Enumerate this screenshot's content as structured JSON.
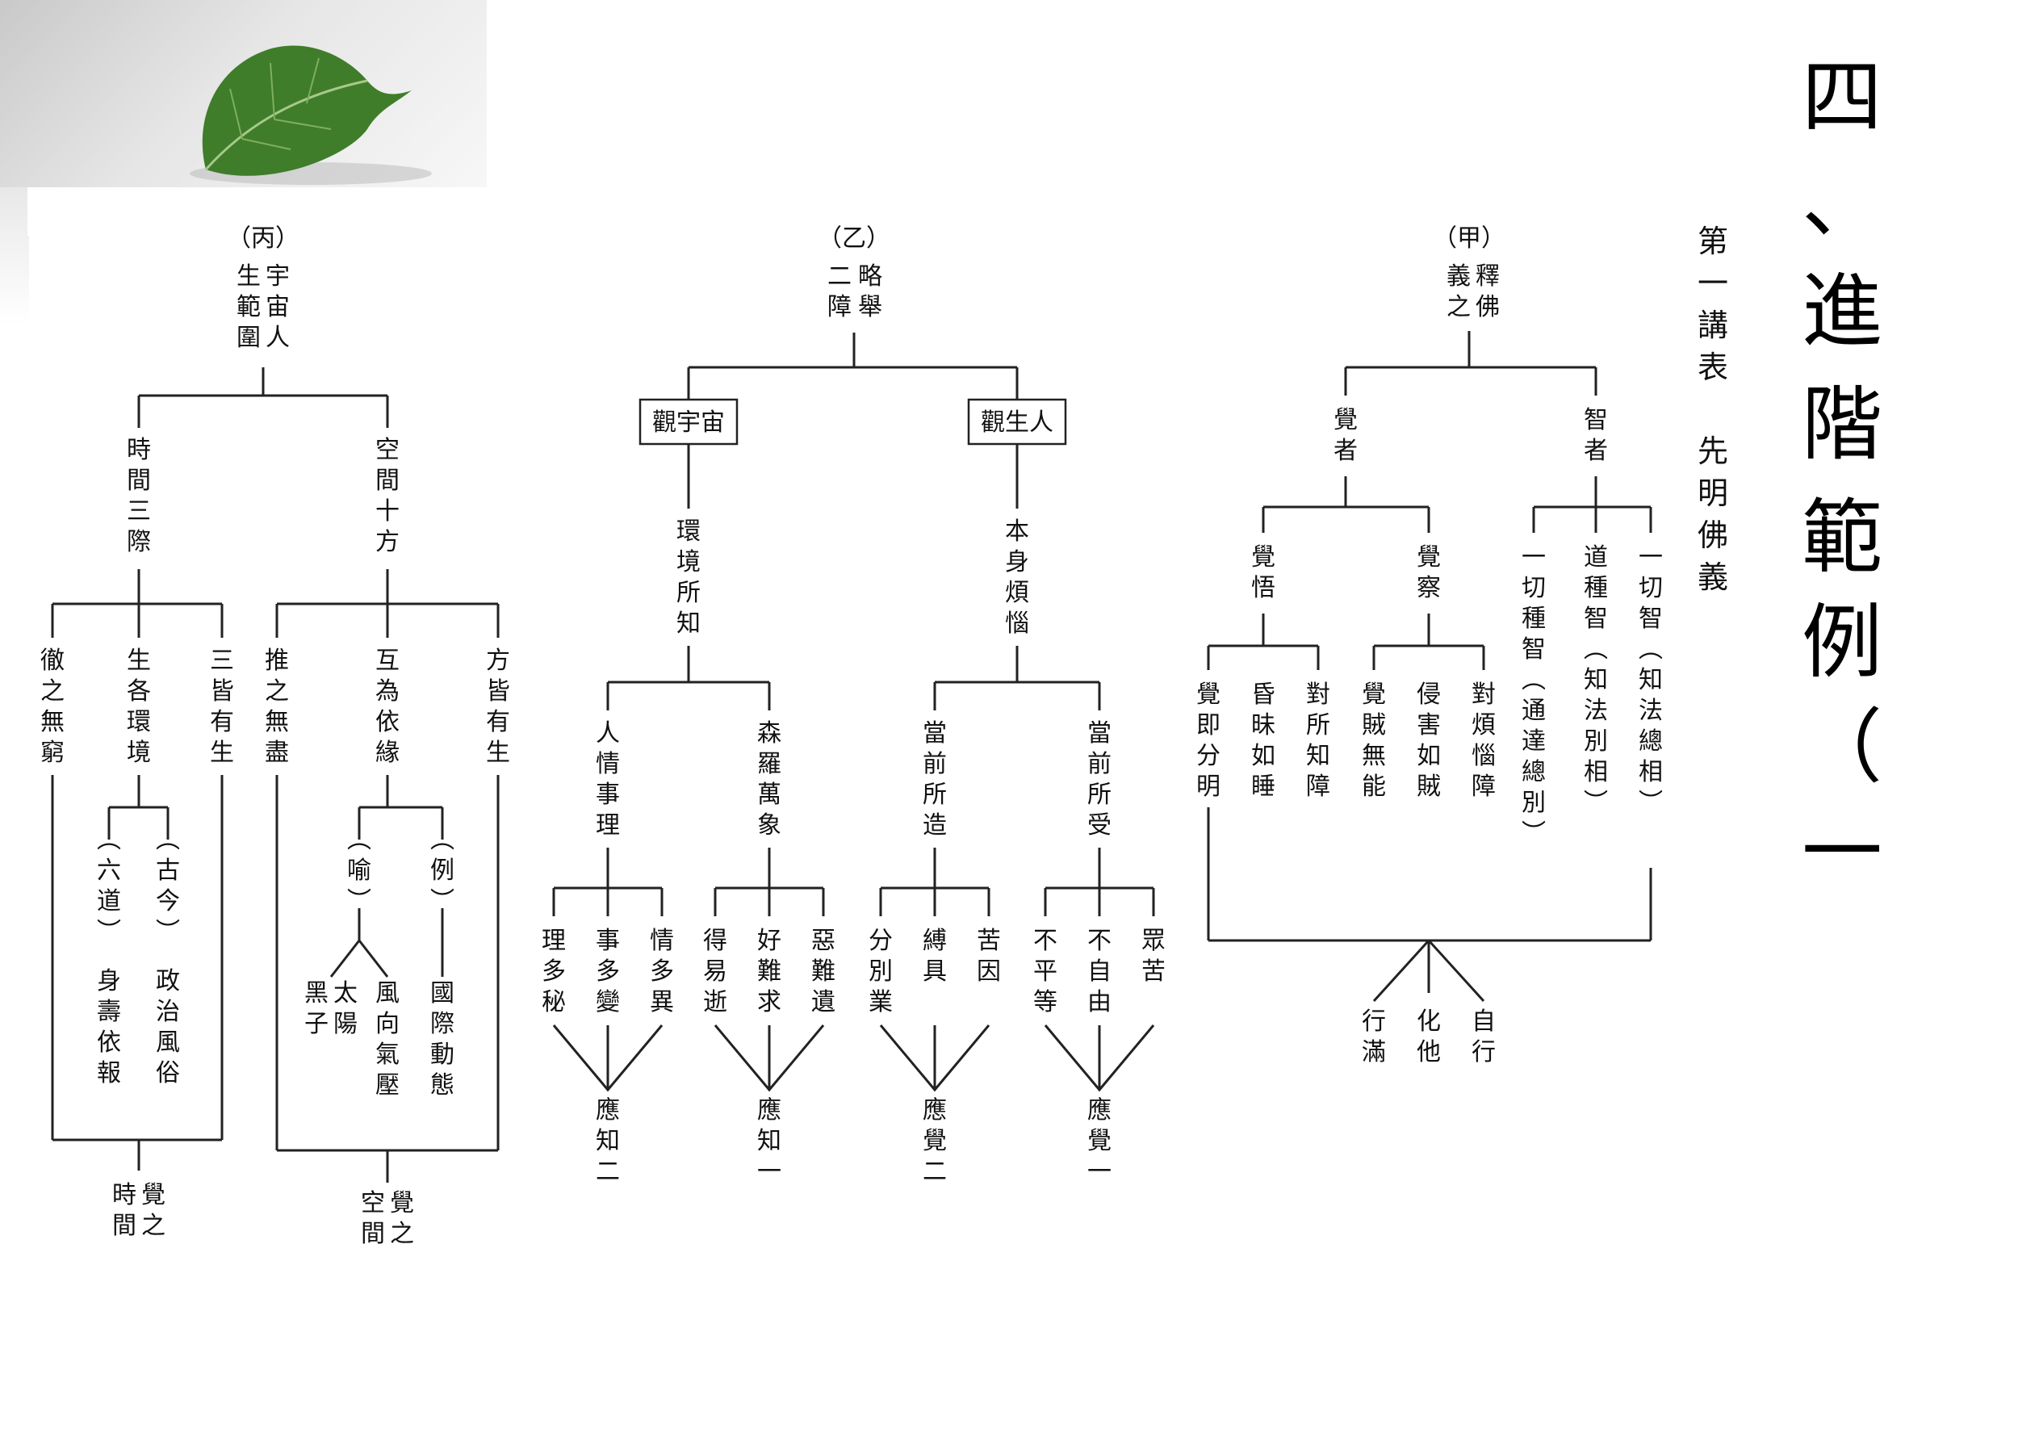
{
  "title": "四、進階範例（一）",
  "subtitle": "第一講表　先明佛義",
  "headers": {
    "jia": {
      "tag": "（甲）",
      "label": "釋佛義之"
    },
    "yi": {
      "tag": "（乙）",
      "label": "略舉二障"
    },
    "bing": {
      "tag": "（丙）",
      "label": "宇宙人生範圍"
    }
  },
  "jia": {
    "jue_zhe": "覺者",
    "zhi_zhe": "智者",
    "jue_wu": "覺悟",
    "jue_cha": "覺察",
    "wu_items": [
      "覺即分明",
      "昏昧如睡",
      "對所知障"
    ],
    "cha_items": [
      "覺賊無能",
      "侵害如賊",
      "對煩惱障"
    ],
    "zhi_items": [
      "一切種智（通達總別）",
      "道種智（知法別相）",
      "一切智（知法總相）"
    ],
    "results": [
      "行滿",
      "化他",
      "自行"
    ]
  },
  "yi": {
    "guan_yuzhou": "觀宇宙",
    "guan_rensheng": "觀生人",
    "huanjing": "環境所知",
    "benshen": "本身煩惱",
    "renqing": "人情事理",
    "senluo": "森羅萬象",
    "dangqian_zao": "當前所造",
    "dangqian_shou": "當前所受",
    "renqing_items": [
      "理多秘",
      "事多變",
      "情多異"
    ],
    "senluo_items": [
      "得易逝",
      "好難求",
      "惡難遺"
    ],
    "zao_items": [
      "分別業",
      "縛具",
      "苦因"
    ],
    "shou_items": [
      "不平等",
      "不自由",
      "眾苦"
    ],
    "ends": [
      "應知二",
      "應知一",
      "應覺二",
      "應覺一"
    ]
  },
  "bing": {
    "shijian": "時間三際",
    "kongjian": "空間十方",
    "shi_items": [
      "徹之無窮",
      "生各環境",
      "三皆有生"
    ],
    "kong_items": [
      "推之無盡",
      "互為依緣",
      "方皆有生"
    ],
    "gujin": "（古今）",
    "liudao": "（六道）",
    "zhengzhi": "政治風俗",
    "shenshou": "身壽依報",
    "yu": "（喻）",
    "li": "（例）",
    "taiyang": "太陽黑子",
    "fengxiang": "風向氣壓",
    "guoji": "國際動態",
    "jue_shijian": "覺之時間",
    "jue_kongjian": "覺之空間"
  },
  "colors": {
    "line": "#222222",
    "leaf_green": "#3f7d2a"
  }
}
